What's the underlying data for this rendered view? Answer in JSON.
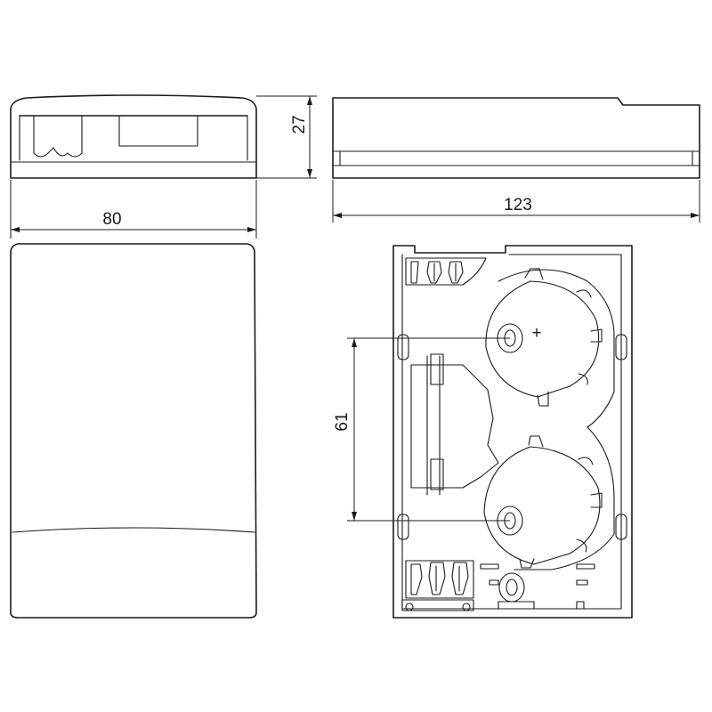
{
  "drawing": {
    "dimensions": {
      "width_front": "80",
      "height_side": "27",
      "length_top": "123",
      "hole_spacing": "61"
    },
    "symbols": {
      "polarity": "+"
    }
  }
}
